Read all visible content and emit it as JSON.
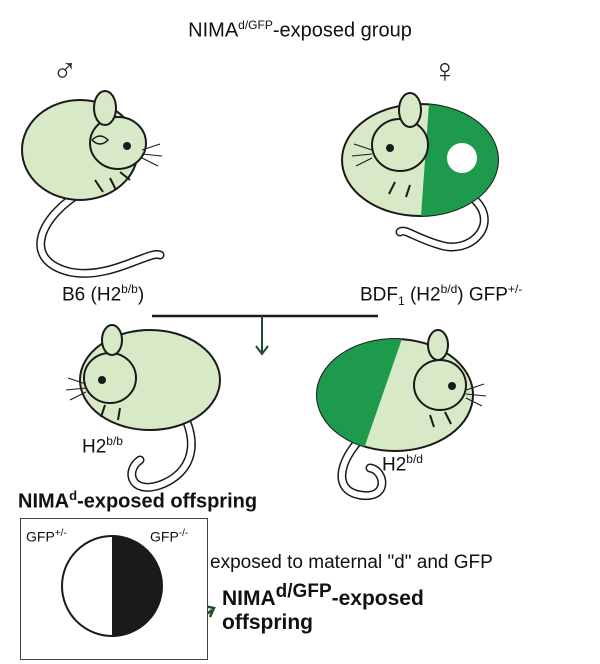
{
  "title": {
    "main": "NIMA",
    "sup": "d/GFP",
    "rest": "-exposed group"
  },
  "symbols": {
    "male": "♂",
    "female": "♀"
  },
  "parents": {
    "male": {
      "text": "B6 (H2",
      "sup": "b/b",
      "close": ")"
    },
    "female": {
      "pre": "BDF",
      "sub": "1",
      "mid": " (H2",
      "sup": "b/d",
      "post": ") GFP",
      "sup2": "+/-"
    }
  },
  "offspring": {
    "left": {
      "text": "H2",
      "sup": "b/b"
    },
    "right": {
      "text": "H2",
      "sup": "b/d"
    },
    "heading": {
      "main": "NIMA",
      "sup": "d",
      "rest": "-exposed offspring"
    }
  },
  "legend": {
    "left_label": "GFP",
    "left_sup": "+/-",
    "right_label": "GFP",
    "right_sup": "-/-"
  },
  "note": "exposed to maternal \"d\" and GFP",
  "result": {
    "main": "NIMA",
    "sup": "d/GFP",
    "rest": "-exposed",
    "line2": "offspring"
  },
  "colors": {
    "mouse_fill": "#d7e9c6",
    "gfp_green": "#1e9a4d",
    "outline": "#1a1a1a",
    "arrow": "#1e4d2b"
  }
}
